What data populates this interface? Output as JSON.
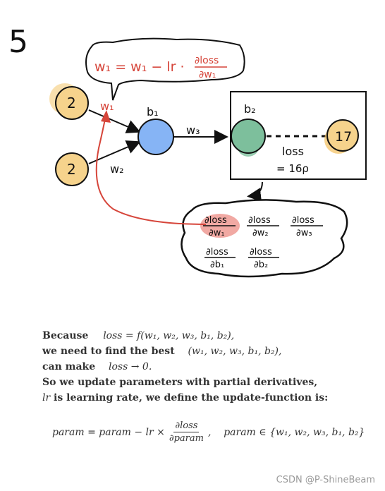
{
  "diagram": {
    "figure_number": "5",
    "update_rule": {
      "lhs": "w₁ = w₁ − lr ·",
      "num": "∂loss",
      "den": "∂w₁"
    },
    "nodes": {
      "input_top": "2",
      "input_bottom": "2",
      "hidden_label": "b₁",
      "output_label": "b₂",
      "target": "17"
    },
    "edges": {
      "w1": "w₁",
      "w2": "w₂",
      "w3": "w₃"
    },
    "loss_label": "loss",
    "loss_value": "= 16ρ",
    "gradients": [
      {
        "num": "∂loss",
        "den": "∂w₁"
      },
      {
        "num": "∂loss",
        "den": "∂w₂"
      },
      {
        "num": "∂loss",
        "den": "∂w₃"
      },
      {
        "num": "∂loss",
        "den": "∂b₁"
      },
      {
        "num": "∂loss",
        "den": "∂b₂"
      }
    ],
    "colors": {
      "input": "#f6d38c",
      "hidden": "#86b4f5",
      "output": "#7dbf9c",
      "highlight": "#ef9a93",
      "arrow_red": "#d6453a",
      "target_shadow": "#f4c15e"
    }
  },
  "explanation": {
    "line1_text": "Because",
    "line1_math": "loss = f(w₁, w₂, w₃, b₁, b₂),",
    "line2_text": "we need to find the best",
    "line2_math": "(w₁, w₂, w₃, b₁, b₂),",
    "line3_text": "can make",
    "line3_math": "loss → 0.",
    "line4_text": "So we update parameters with partial derivatives,",
    "line5_math": "lr",
    "line5_text": "is learning rate, we define the update-function is:",
    "formula_lhs": "param = param − lr ×",
    "formula_num": "∂loss",
    "formula_den": "∂param",
    "formula_set": ",    param ∈ {w₁, w₂, w₃, b₁, b₂}"
  },
  "watermark": "CSDN @P-ShineBeam"
}
